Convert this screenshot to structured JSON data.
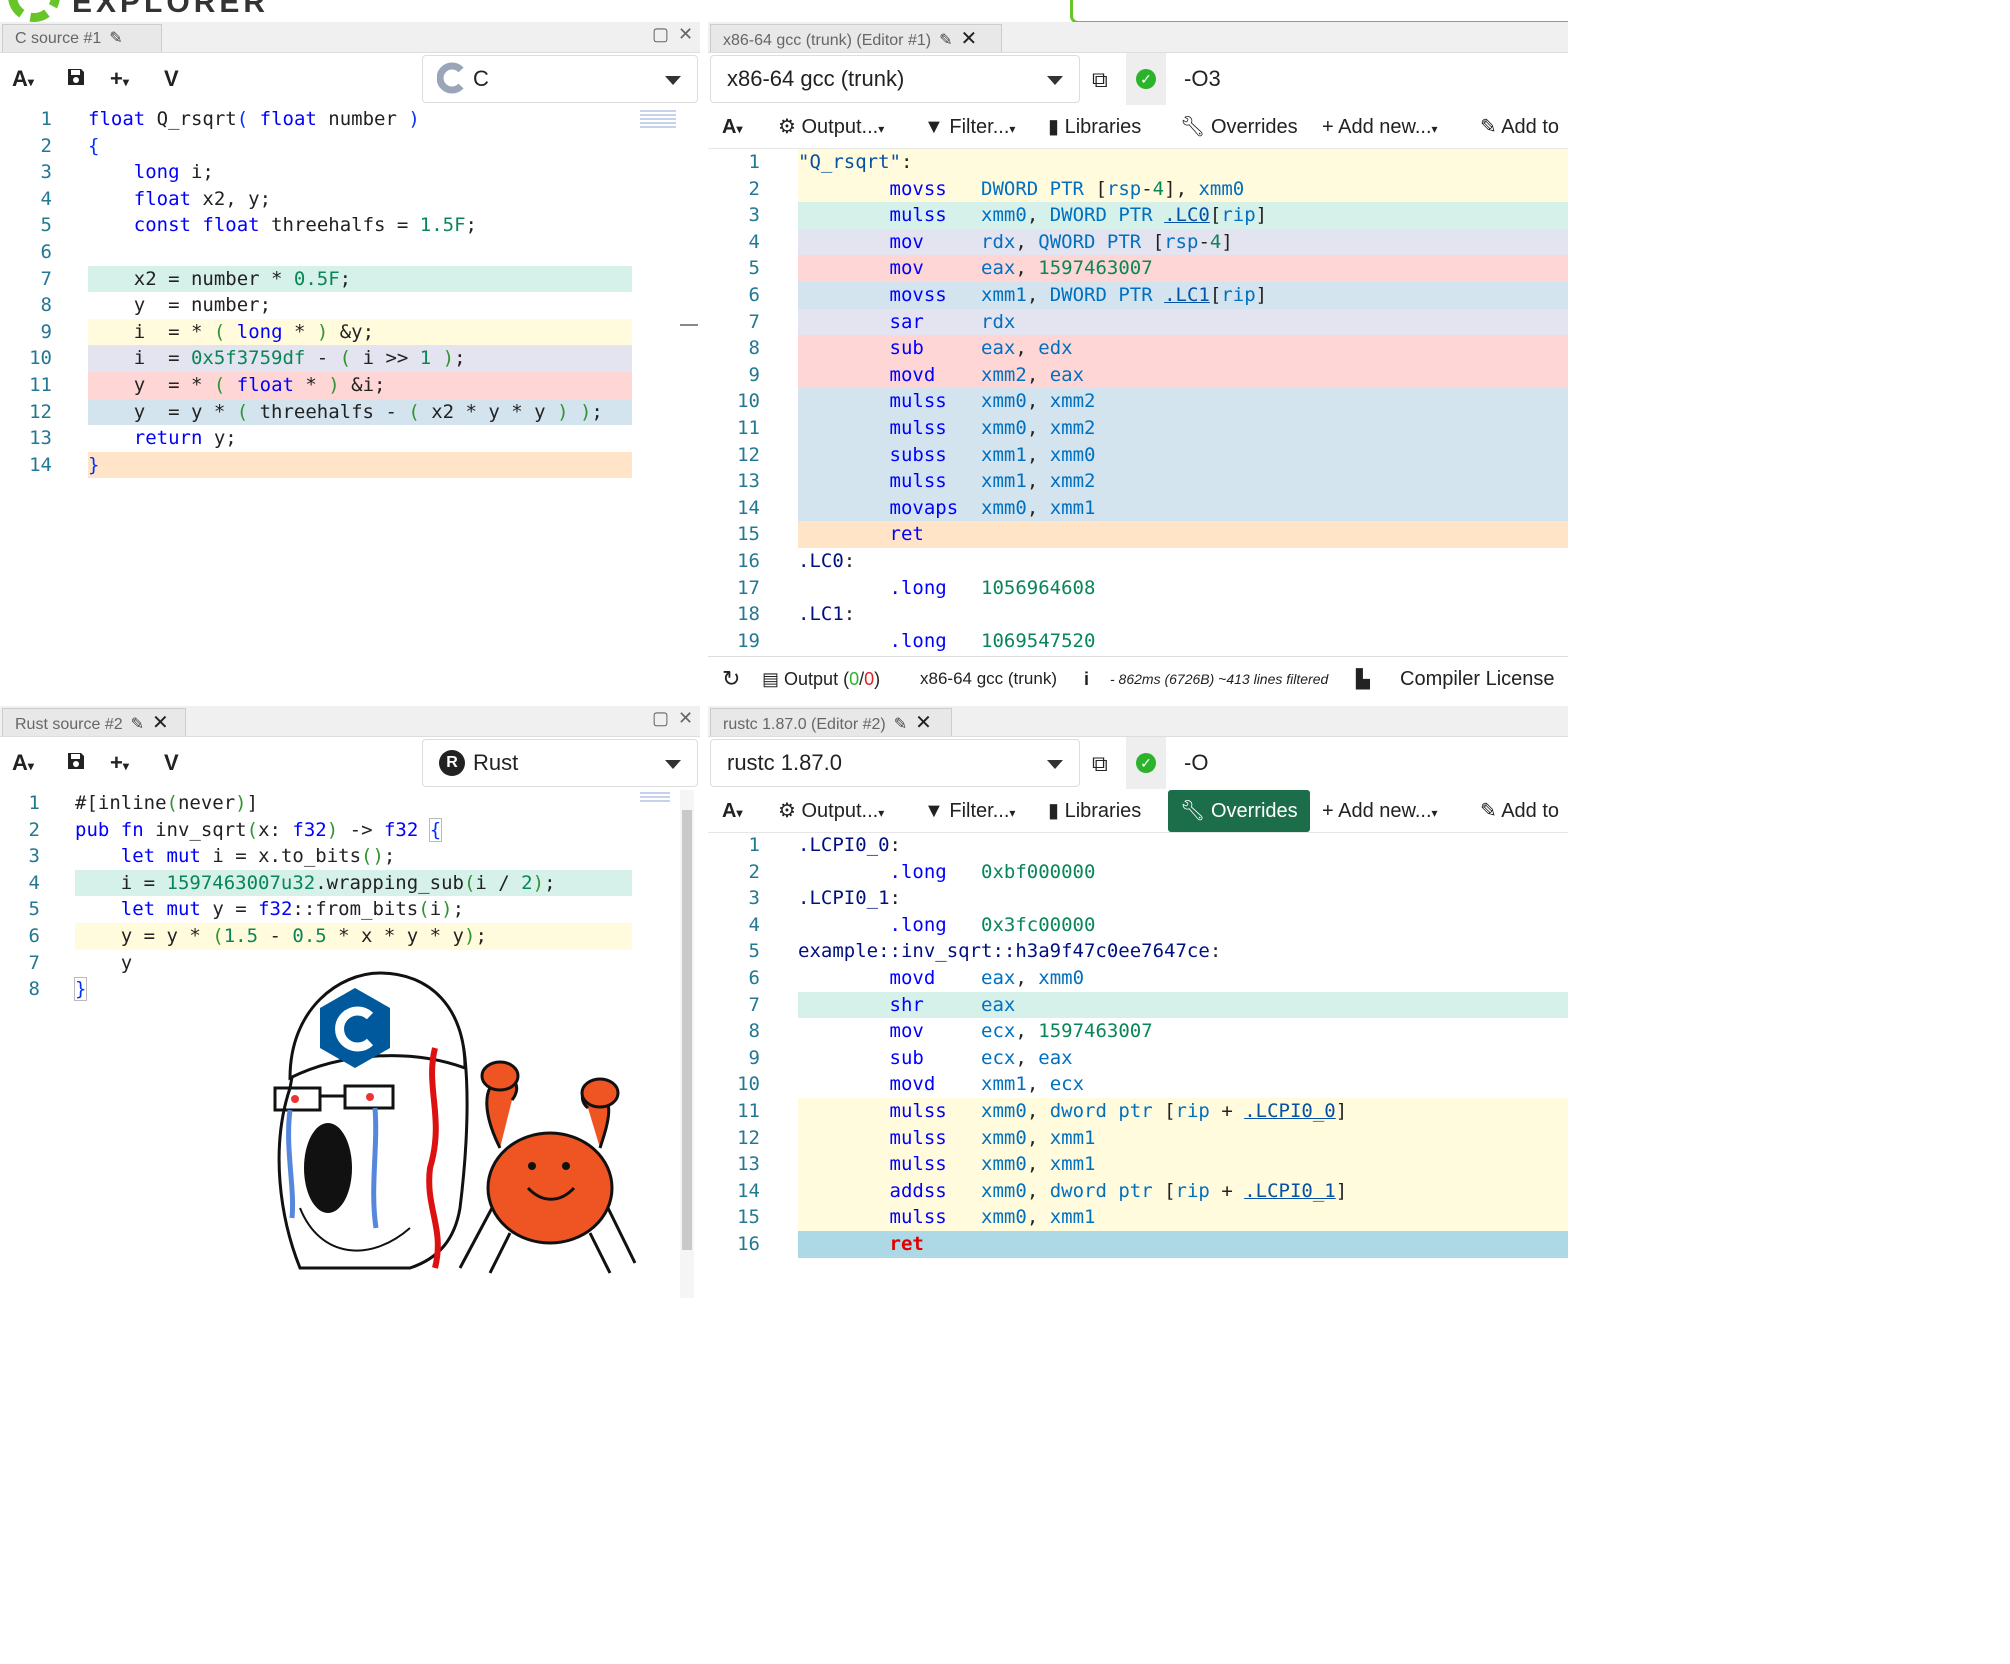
{
  "header": {
    "logo_text": "EXPLORER"
  },
  "c_source": {
    "tab_label": "C source #1",
    "language": "C",
    "lines": [
      {
        "n": "1",
        "html": "<span class='kw'>float</span> Q_rsqrt<span class='pn'>(</span> <span class='kw'>float</span> number <span class='pn'>)</span>"
      },
      {
        "n": "2",
        "html": "<span class='pn'>{</span>"
      },
      {
        "n": "3",
        "html": "    <span class='kw'>long</span> i;"
      },
      {
        "n": "4",
        "html": "    <span class='kw'>float</span> x2, y;"
      },
      {
        "n": "5",
        "html": "    <span class='kw'>const</span> <span class='kw'>float</span> threehalfs = <span class='num'>1.5F</span>;"
      },
      {
        "n": "6",
        "html": ""
      },
      {
        "n": "7",
        "html": "    x2 = number * <span class='num'>0.5F</span>;"
      },
      {
        "n": "8",
        "html": "    y  = number;"
      },
      {
        "n": "9",
        "html": "    i  = * <span class='pn2'>(</span> <span class='kw'>long</span> * <span class='pn2'>)</span> &amp;y;"
      },
      {
        "n": "10",
        "html": "    i  = <span class='num'>0x5f3759df</span> - <span class='pn2'>(</span> i &gt;&gt; <span class='num'>1</span> <span class='pn2'>)</span>;"
      },
      {
        "n": "11",
        "html": "    y  = * <span class='pn2'>(</span> <span class='kw'>float</span> * <span class='pn2'>)</span> &amp;i;"
      },
      {
        "n": "12",
        "html": "    y  = y * <span class='pn2'>(</span> threehalfs - <span class='pn2'>(</span> x2 * y * y <span class='pn2'>)</span> <span class='pn2'>)</span>;"
      },
      {
        "n": "13",
        "html": "    <span class='kw'>return</span> y;"
      },
      {
        "n": "14",
        "html": "<span class='pn'>}</span>"
      }
    ],
    "highlights": {
      "7": "#d6f0ea",
      "9": "#fffbdc",
      "10": "#e4e3f0",
      "11": "#ffd6d6",
      "12": "#d3e4ee",
      "14": "#ffe4c7"
    }
  },
  "gcc": {
    "tab_label": "x86-64 gcc (trunk) (Editor #1)",
    "compiler": "x86-64 gcc (trunk)",
    "flags": "-O3",
    "options": [
      "Output...",
      "Filter...",
      "Libraries",
      "Overrides",
      "+ Add new...",
      "Add to"
    ],
    "lines": [
      {
        "n": "1",
        "html": "<span class='str'>\"Q_rsqrt\"</span>:"
      },
      {
        "n": "2",
        "html": "        <span class='mn'>movss</span>   <span class='reg'>DWORD PTR</span> [<span class='reg'>rsp</span>-<span class='num'>4</span>], <span class='reg'>xmm0</span>"
      },
      {
        "n": "3",
        "html": "        <span class='mn'>mulss</span>   <span class='reg'>xmm0</span>, <span class='reg'>DWORD PTR</span> <span class='lnk'>.LC0</span>[<span class='reg'>rip</span>]"
      },
      {
        "n": "4",
        "html": "        <span class='mn'>mov</span>     <span class='reg'>rdx</span>, <span class='reg'>QWORD PTR</span> [<span class='reg'>rsp</span>-<span class='num'>4</span>]"
      },
      {
        "n": "5",
        "html": "        <span class='mn'>mov</span>     <span class='reg'>eax</span>, <span class='num'>1597463007</span>"
      },
      {
        "n": "6",
        "html": "        <span class='mn'>movss</span>   <span class='reg'>xmm1</span>, <span class='reg'>DWORD PTR</span> <span class='lnk'>.LC1</span>[<span class='reg'>rip</span>]"
      },
      {
        "n": "7",
        "html": "        <span class='mn'>sar</span>     <span class='reg'>rdx</span>"
      },
      {
        "n": "8",
        "html": "        <span class='mn'>sub</span>     <span class='reg'>eax</span>, <span class='reg'>edx</span>"
      },
      {
        "n": "9",
        "html": "        <span class='mn'>movd</span>    <span class='reg'>xmm2</span>, <span class='reg'>eax</span>"
      },
      {
        "n": "10",
        "html": "        <span class='mn'>mulss</span>   <span class='reg'>xmm0</span>, <span class='reg'>xmm2</span>"
      },
      {
        "n": "11",
        "html": "        <span class='mn'>mulss</span>   <span class='reg'>xmm0</span>, <span class='reg'>xmm2</span>"
      },
      {
        "n": "12",
        "html": "        <span class='mn'>subss</span>   <span class='reg'>xmm1</span>, <span class='reg'>xmm0</span>"
      },
      {
        "n": "13",
        "html": "        <span class='mn'>mulss</span>   <span class='reg'>xmm1</span>, <span class='reg'>xmm2</span>"
      },
      {
        "n": "14",
        "html": "        <span class='mn'>movaps</span>  <span class='reg'>xmm0</span>, <span class='reg'>xmm1</span>"
      },
      {
        "n": "15",
        "html": "        <span class='mn'>ret</span>"
      },
      {
        "n": "16",
        "html": "<span class='lbl'>.LC0</span>:"
      },
      {
        "n": "17",
        "html": "        <span class='dir'>.long</span>   <span class='num'>1056964608</span>"
      },
      {
        "n": "18",
        "html": "<span class='lbl'>.LC1</span>:"
      },
      {
        "n": "19",
        "html": "        <span class='dir'>.long</span>   <span class='num'>1069547520</span>"
      }
    ],
    "highlights": {
      "1": "#fffbdc",
      "2": "#fffbdc",
      "3": "#d6f0ea",
      "4": "#e4e3f0",
      "5": "#ffd6d6",
      "6": "#d3e4ee",
      "7": "#e4e3f0",
      "8": "#ffd6d6",
      "9": "#ffd6d6",
      "10": "#d3e4ee",
      "11": "#d3e4ee",
      "12": "#d3e4ee",
      "13": "#d3e4ee",
      "14": "#d3e4ee",
      "15": "#ffe4c7"
    },
    "status": {
      "output_label": "Output (",
      "output_zero": "0",
      "output_slash": "/",
      "output_zero2": "0",
      "output_close": ")",
      "compiler": "x86-64 gcc (trunk)",
      "info": "- 862ms (6726B) ~413 lines filtered",
      "license": "Compiler License"
    }
  },
  "rust_source": {
    "tab_label": "Rust source #2",
    "language": "Rust",
    "lines": [
      {
        "n": "1",
        "html": "#[inline<span class='pn2'>(</span>never<span class='pn2'>)</span>]"
      },
      {
        "n": "2",
        "html": "<span class='kw'>pub</span> <span class='kw'>fn</span> inv_sqrt<span class='pn2'>(</span>x: <span class='kw'>f32</span><span class='pn2'>)</span> -&gt; <span class='kw'>f32</span> <span class='pn' style='outline:1px solid #bbb'>{</span>"
      },
      {
        "n": "3",
        "html": "    <span class='kw'>let</span> <span class='kw'>mut</span> i = x.to_bits<span class='pn2'>()</span>;"
      },
      {
        "n": "4",
        "html": "    i = <span class='num'>1597463007u32</span>.wrapping_sub<span class='pn2'>(</span>i / <span class='num'>2</span><span class='pn2'>)</span>;"
      },
      {
        "n": "5",
        "html": "    <span class='kw'>let</span> <span class='kw'>mut</span> y = <span class='kw'>f32</span>::from_bits<span class='pn2'>(</span>i<span class='pn2'>)</span>;"
      },
      {
        "n": "6",
        "html": "    y = y * <span class='pn2'>(</span><span class='num'>1.5</span> - <span class='num'>0.5</span> * x * y * y<span class='pn2'>)</span>;"
      },
      {
        "n": "7",
        "html": "    y"
      },
      {
        "n": "8",
        "html": "<span class='pn' style='outline:1px solid #bbb'>}</span>"
      }
    ],
    "highlights": {
      "4": "#d6f0ea",
      "6": "#fffbdc"
    }
  },
  "rustc": {
    "tab_label": "rustc 1.87.0 (Editor #2)",
    "compiler": "rustc 1.87.0",
    "flags": "-O",
    "options": [
      "Output...",
      "Filter...",
      "Libraries",
      "Overrides",
      "+ Add new...",
      "Add to"
    ],
    "lines": [
      {
        "n": "1",
        "html": "<span class='lbl'>.LCPI0_0</span>:"
      },
      {
        "n": "2",
        "html": "        <span class='dir'>.long</span>   <span class='num'>0xbf000000</span>"
      },
      {
        "n": "3",
        "html": "<span class='lbl'>.LCPI0_1</span>:"
      },
      {
        "n": "4",
        "html": "        <span class='dir'>.long</span>   <span class='num'>0x3fc00000</span>"
      },
      {
        "n": "5",
        "html": "<span class='lbl'>example::inv_sqrt::h3a9f47c0ee7647ce</span>:"
      },
      {
        "n": "6",
        "html": "        <span class='mn'>movd</span>    <span class='reg'>eax</span>, <span class='reg'>xmm0</span>"
      },
      {
        "n": "7",
        "html": "        <span class='mn'>shr</span>     <span class='reg'>eax</span>"
      },
      {
        "n": "8",
        "html": "        <span class='mn'>mov</span>     <span class='reg'>ecx</span>, <span class='num'>1597463007</span>"
      },
      {
        "n": "9",
        "html": "        <span class='mn'>sub</span>     <span class='reg'>ecx</span>, <span class='reg'>eax</span>"
      },
      {
        "n": "10",
        "html": "        <span class='mn'>movd</span>    <span class='reg'>xmm1</span>, <span class='reg'>ecx</span>"
      },
      {
        "n": "11",
        "html": "        <span class='mn'>mulss</span>   <span class='reg'>xmm0</span>, <span class='reg'>dword ptr</span> [<span class='reg'>rip</span> + <span class='lnk'>.LCPI0_0</span>]"
      },
      {
        "n": "12",
        "html": "        <span class='mn'>mulss</span>   <span class='reg'>xmm0</span>, <span class='reg'>xmm1</span>"
      },
      {
        "n": "13",
        "html": "        <span class='mn'>mulss</span>   <span class='reg'>xmm0</span>, <span class='reg'>xmm1</span>"
      },
      {
        "n": "14",
        "html": "        <span class='mn'>addss</span>   <span class='reg'>xmm0</span>, <span class='reg'>dword ptr</span> [<span class='reg'>rip</span> + <span class='lnk'>.LCPI0_1</span>]"
      },
      {
        "n": "15",
        "html": "        <span class='mn'>mulss</span>   <span class='reg'>xmm0</span>, <span class='reg'>xmm1</span>"
      },
      {
        "n": "16",
        "html": "        <span class='mn' style='color:#e00000;font-weight:bold'>ret</span>"
      }
    ],
    "highlights": {
      "7": "#d6f0ea",
      "11": "#fffbdc",
      "12": "#fffbdc",
      "13": "#fffbdc",
      "14": "#fffbdc",
      "15": "#fffbdc",
      "16": "#add8e6"
    }
  },
  "icons": {
    "font": "font-size-icon",
    "save": "save-icon",
    "add": "plus-icon",
    "vim": "vim-icon",
    "popout": "popout-icon",
    "ok": "check-circle-icon",
    "gear": "gear-icon",
    "filter": "filter-icon",
    "book": "book-icon",
    "wrench": "wrench-icon",
    "refresh": "refresh-icon",
    "info": "info-icon"
  },
  "colors": {
    "accent": "#67c52a",
    "active_option": "#1c6e4a",
    "ok_green": "#2bb32b",
    "rust_crab": "#ee5522",
    "cpp_blue": "#00599c"
  }
}
